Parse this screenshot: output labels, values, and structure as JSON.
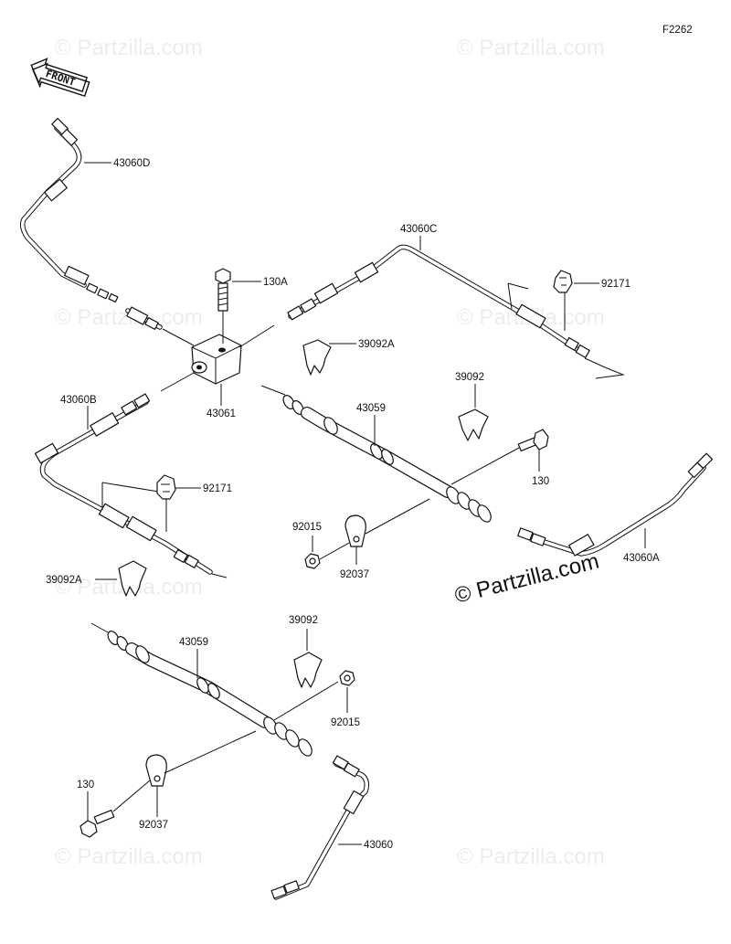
{
  "diagram_code": "F2262",
  "front_label": "FRONT",
  "watermark_small": "© Partzilla.com",
  "watermark_large": "© Partzilla.com",
  "callouts": {
    "p43060D": "43060D",
    "p130A": "130A",
    "p43060C": "43060C",
    "p92171_top": "92171",
    "p39092A_top": "39092A",
    "p39092_top": "39092",
    "p43060B": "43060B",
    "p43061": "43061",
    "p43059_top": "43059",
    "p130_top": "130",
    "p92171_left": "92171",
    "p92015_mid": "92015",
    "p92037_mid": "92037",
    "p43060A": "43060A",
    "p39092A_left": "39092A",
    "p39092_bottom": "39092",
    "p43059_bottom": "43059",
    "p92015_bottom": "92015",
    "p130_bottom": "130",
    "p92037_bottom": "92037",
    "p43060": "43060"
  },
  "colors": {
    "ink": "#111111",
    "background": "#ffffff",
    "watermark": "#000000"
  }
}
